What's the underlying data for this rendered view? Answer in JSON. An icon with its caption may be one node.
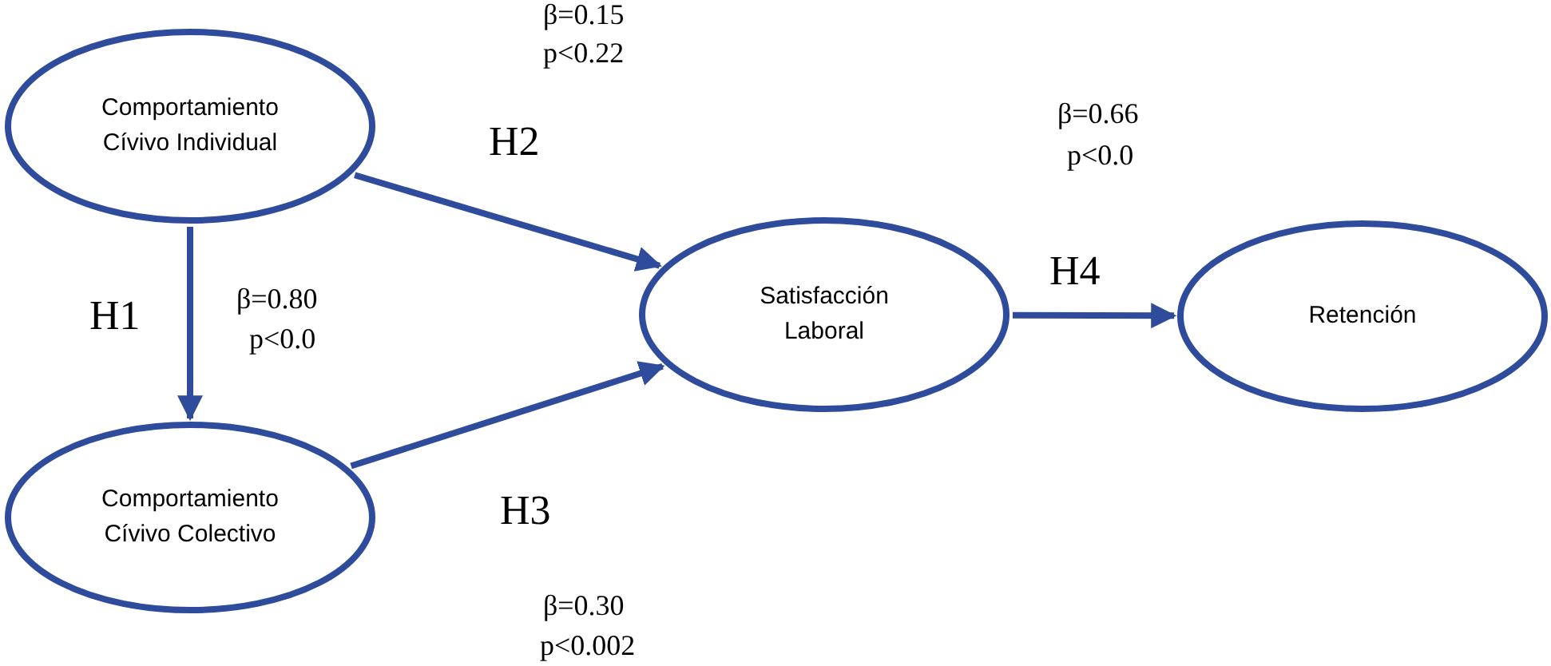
{
  "diagram": {
    "nodes": [
      {
        "text": [
          "Comportamiento Cívivo Individual"
        ]
      },
      {
        "text": [
          "Comportamiento Cívivo Colectivo"
        ]
      },
      {
        "text": [
          "Satisfacción Laboral"
        ]
      },
      {
        "text": [
          "Retención"
        ]
      }
    ],
    "edges": [
      {
        "from": 0,
        "to": 1,
        "arrow": "to",
        "label": "H1"
      },
      {
        "from": 0,
        "to": 2,
        "arrow": "to",
        "label": "H2"
      },
      {
        "from": 1,
        "to": 2,
        "arrow": "to",
        "label": "H3"
      },
      {
        "from": 2,
        "to": 3,
        "arrow": "to",
        "label": "H4"
      }
    ],
    "labels": [
      "β=0.15",
      "p<0.22",
      "β=0.66",
      "p<0.0",
      "β=0.80",
      "p<0.0",
      "β=0.30",
      "p<0.002"
    ]
  }
}
